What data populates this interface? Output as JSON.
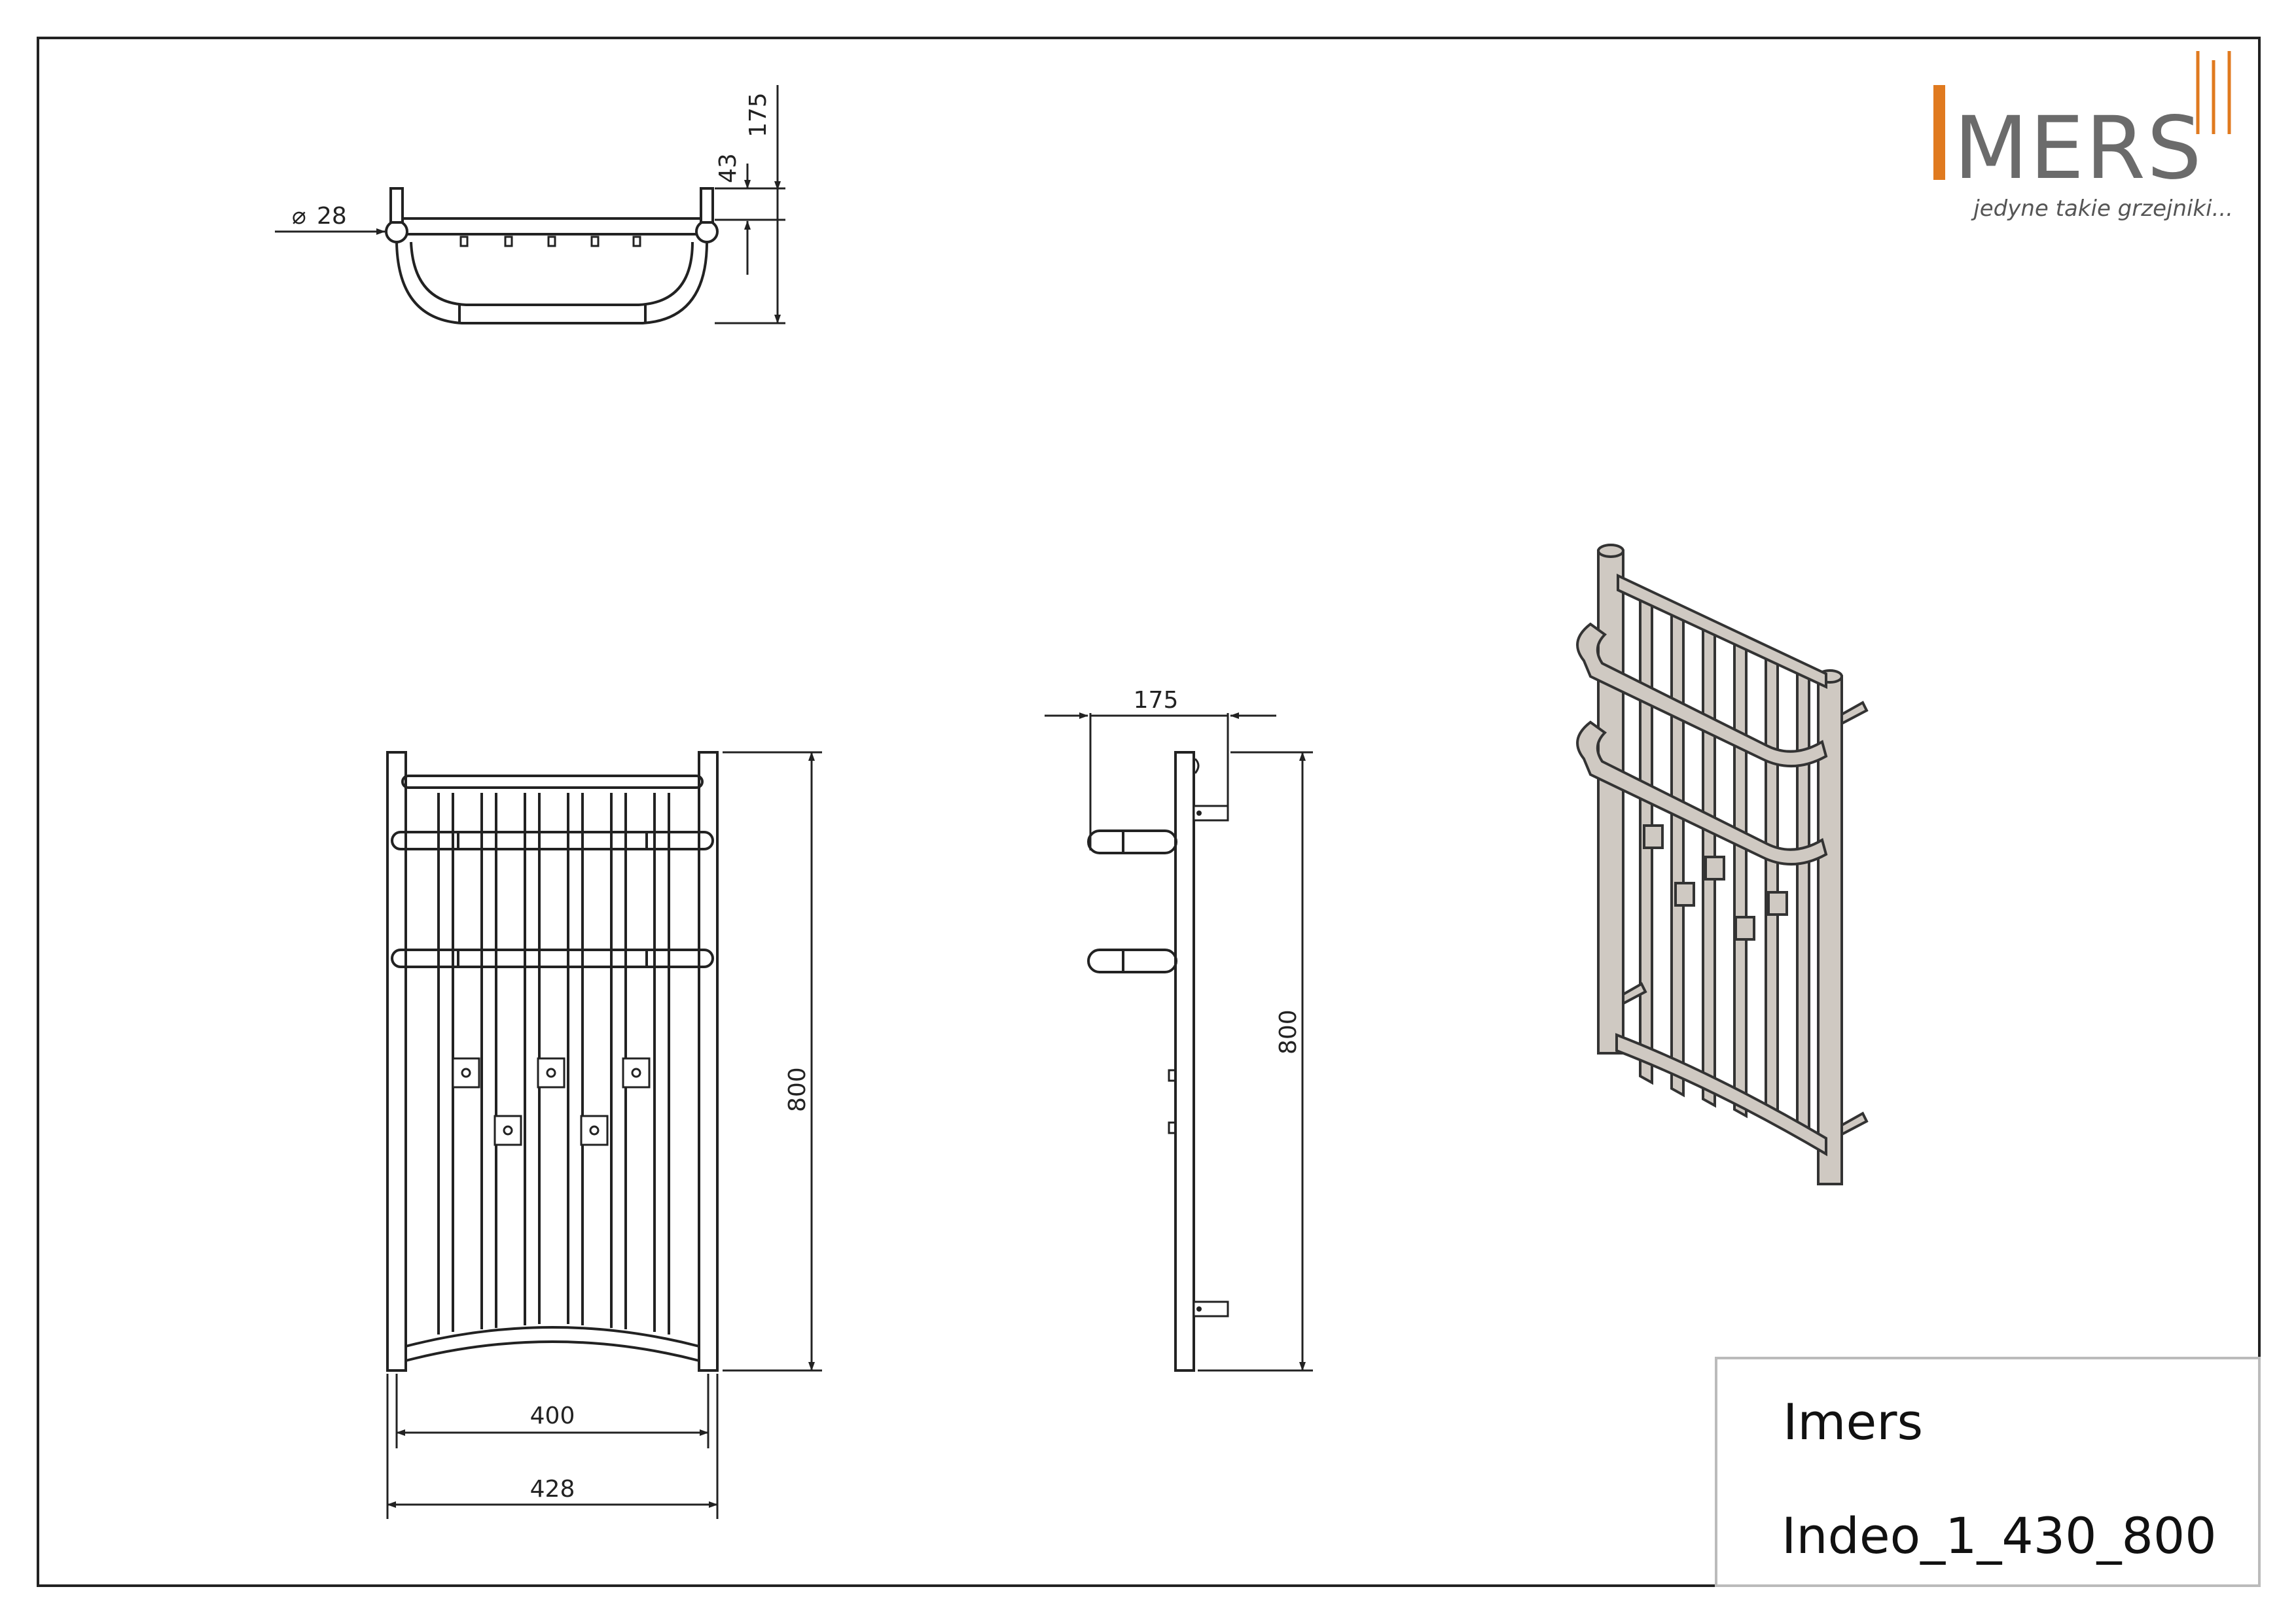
{
  "brand": {
    "letter_i": "I",
    "name": "MERS",
    "tagline": "jedyne takie grzejniki...",
    "accent_color": "#e07a1f",
    "text_color": "#6b6b6b"
  },
  "title_block": {
    "company": "Imers",
    "model": "Indeo_1_430_800"
  },
  "dimensions": {
    "diameter": "28",
    "diameter_symbol": "⌀",
    "top_depth": "175",
    "top_offset": "43",
    "front_height": "800",
    "front_inner_width": "400",
    "front_outer_width": "428",
    "side_depth": "175",
    "side_height": "800"
  }
}
